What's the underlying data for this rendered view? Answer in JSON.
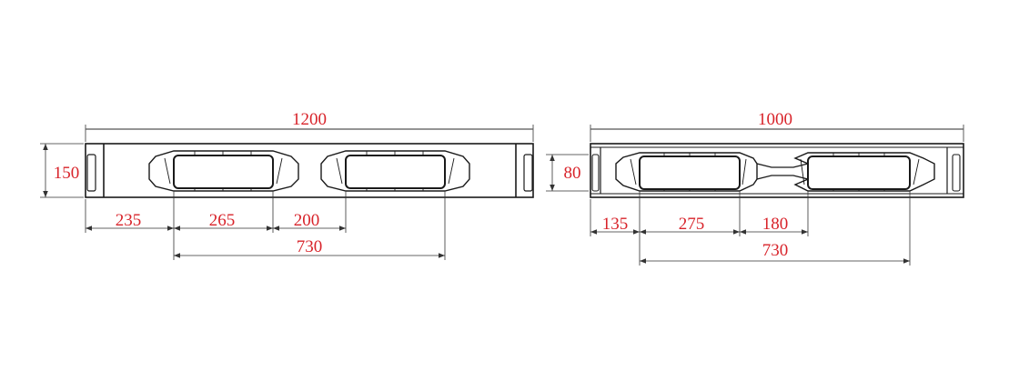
{
  "colors": {
    "outline": "#1a1a1a",
    "dimension_line": "#333333",
    "dimension_text": "#d8232a"
  },
  "left_view": {
    "overall_length": "1200",
    "height": "150",
    "offset_start": "235",
    "opening_width": "265",
    "gap_between": "200",
    "span": "730"
  },
  "right_view": {
    "overall_length": "1000",
    "height": "80",
    "offset_start": "135",
    "opening_width": "275",
    "gap_between": "180",
    "span": "730"
  }
}
